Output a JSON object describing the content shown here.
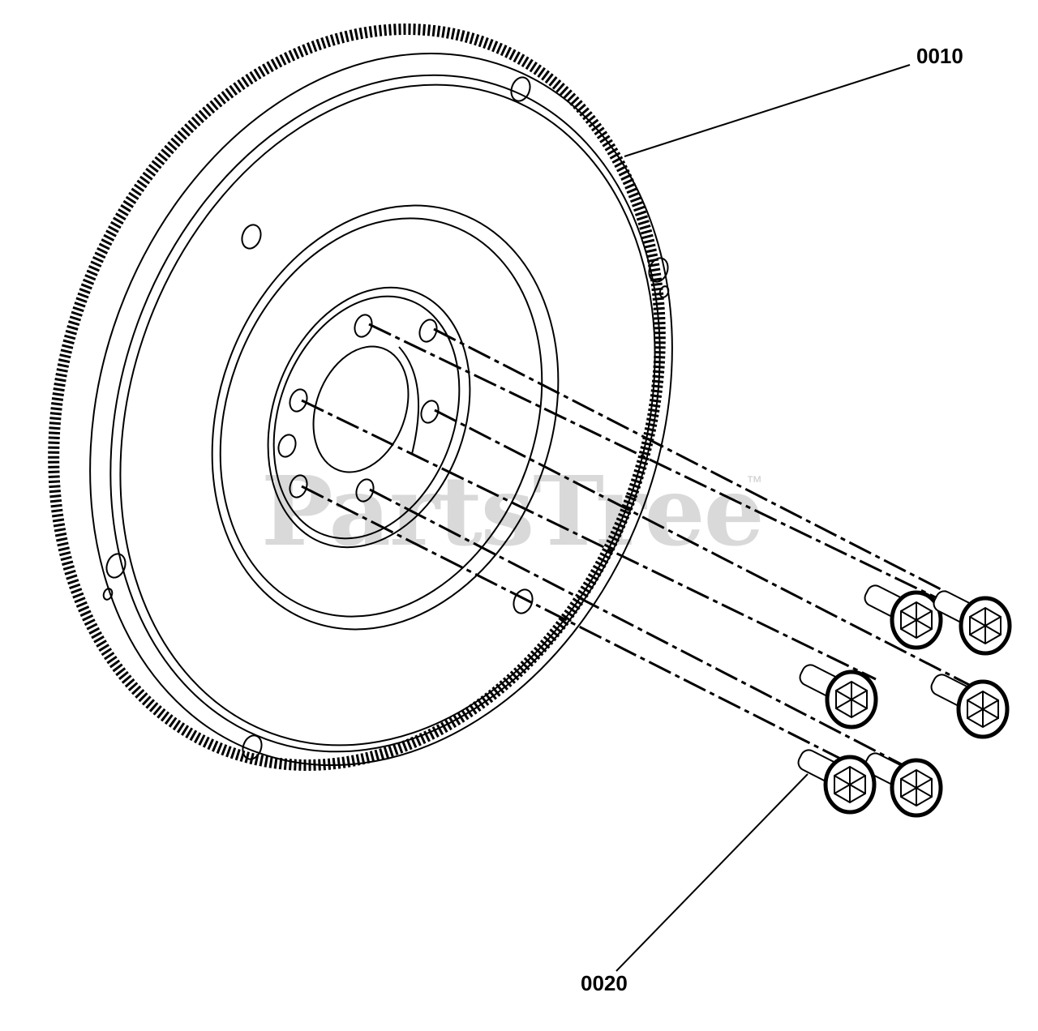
{
  "callouts": {
    "part_a": "0010",
    "part_b": "0020"
  },
  "watermark": {
    "text": "PartsTree",
    "trademark": "™"
  },
  "colors": {
    "line": "#000000",
    "watermark": "#d9d9d9",
    "background": "#ffffff"
  }
}
